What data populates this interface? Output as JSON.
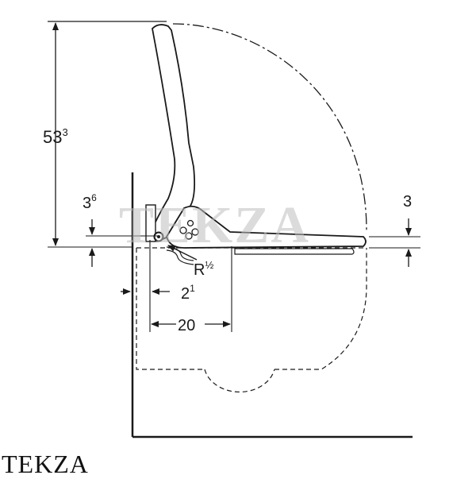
{
  "dimensions": {
    "height_total": {
      "main": "53",
      "sup": "3"
    },
    "height_small_left": {
      "main": "3",
      "sup": "6"
    },
    "height_small_right": {
      "main": "3",
      "sup": ""
    },
    "depth_small": {
      "main": "2",
      "sup": "1"
    },
    "depth_large": {
      "main": "20",
      "sup": ""
    },
    "thread": {
      "main": "R",
      "sup": "½"
    }
  },
  "watermark": "TEKZA",
  "brand": "TEKZA",
  "colors": {
    "line": "#1a1a1a",
    "watermark": "#bfbfbf"
  }
}
